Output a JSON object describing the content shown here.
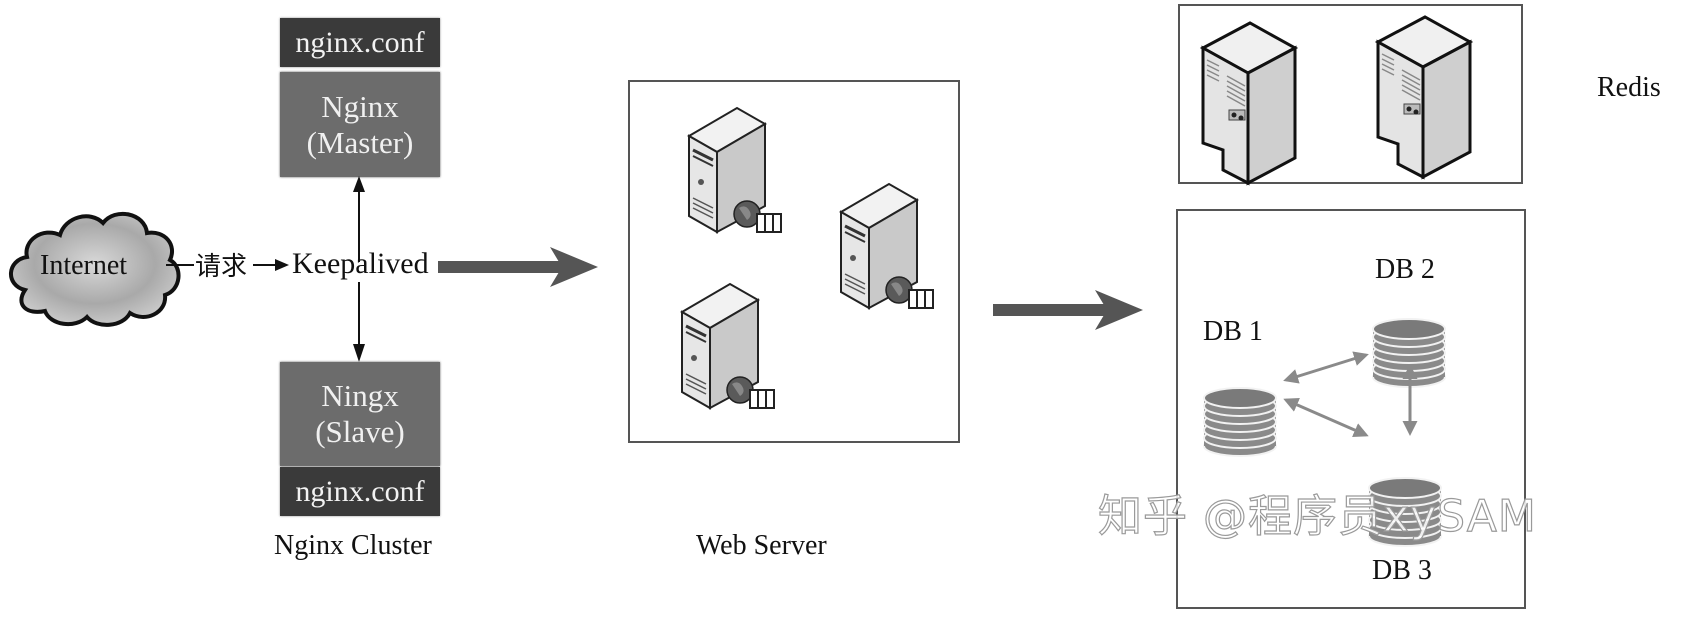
{
  "internet": {
    "label": "Internet"
  },
  "request": {
    "label": "请求"
  },
  "keepalived": {
    "label": "Keepalived"
  },
  "nginx_cluster": {
    "title": "Nginx Cluster",
    "master": {
      "conf": "nginx.conf",
      "line1": "Nginx",
      "line2": "(Master)"
    },
    "slave": {
      "conf": "nginx.conf",
      "line1": "Ningx",
      "line2": "(Slave)"
    }
  },
  "web_server": {
    "title": "Web Server",
    "server_count": 3,
    "icon": "web-server-icon"
  },
  "redis": {
    "label": "Redis",
    "server_count": 2,
    "icon": "server-tower-icon"
  },
  "databases": {
    "items": [
      {
        "label": "DB 1"
      },
      {
        "label": "DB 2"
      },
      {
        "label": "DB 3"
      }
    ],
    "icon": "database-icon"
  },
  "watermark": {
    "text": "知乎 @程序员xySAM"
  },
  "colors": {
    "conf_bg": "#3a3a3a",
    "node_bg": "#6c6c6c",
    "arrow": "#555555",
    "db": "#8a8a8a"
  }
}
